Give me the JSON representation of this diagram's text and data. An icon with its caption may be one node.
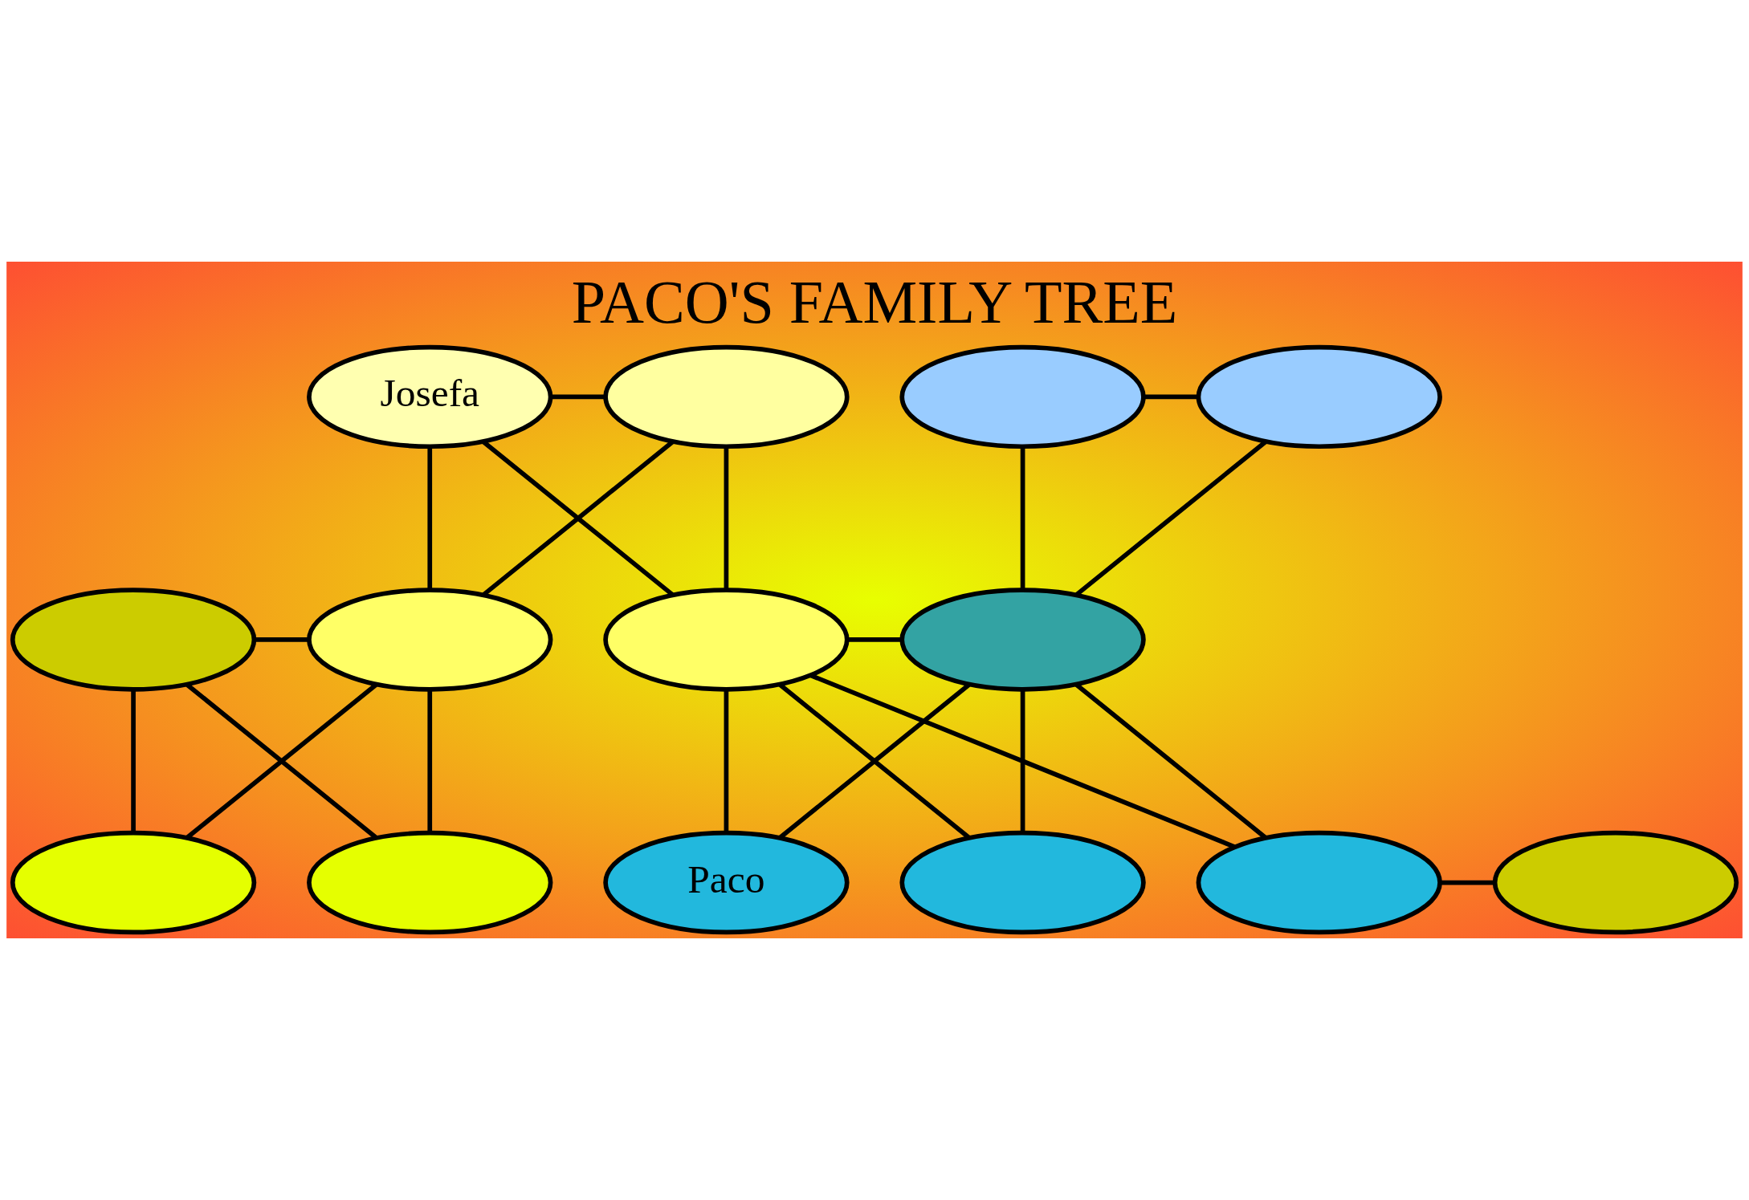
{
  "diagram": {
    "title": "PACO'S FAMILY TREE",
    "nodes": [
      {
        "text": [
          "Josefa"
        ]
      },
      {
        "text": [],
        "shape": "ellipse"
      },
      {
        "text": [],
        "shape": "ellipse"
      },
      {
        "text": [],
        "shape": "ellipse"
      },
      {
        "text": [],
        "shape": "ellipse"
      },
      {
        "text": [],
        "shape": "ellipse"
      },
      {
        "text": [],
        "shape": "ellipse"
      },
      {
        "text": [],
        "shape": "ellipse"
      },
      {
        "text": [],
        "shape": "ellipse"
      },
      {
        "text": [],
        "shape": "ellipse"
      },
      {
        "text": [
          "Paco"
        ]
      },
      {
        "text": [],
        "shape": "ellipse"
      },
      {
        "text": [],
        "shape": "ellipse"
      },
      {
        "text": [],
        "shape": "ellipse"
      }
    ],
    "edges": [
      {
        "from": 0,
        "to": 1,
        "arrow": "none"
      },
      {
        "from": 0,
        "to": 5,
        "arrow": "none"
      },
      {
        "from": 0,
        "to": 6,
        "arrow": "none"
      },
      {
        "from": 1,
        "to": 5,
        "arrow": "none"
      },
      {
        "from": 1,
        "to": 6,
        "arrow": "none"
      },
      {
        "from": 2,
        "to": 3,
        "arrow": "none"
      },
      {
        "from": 2,
        "to": 7,
        "arrow": "none"
      },
      {
        "from": 3,
        "to": 7,
        "arrow": "none"
      },
      {
        "from": 4,
        "to": 5,
        "arrow": "none"
      },
      {
        "from": 4,
        "to": 8,
        "arrow": "none"
      },
      {
        "from": 4,
        "to": 9,
        "arrow": "none"
      },
      {
        "from": 5,
        "to": 8,
        "arrow": "none"
      },
      {
        "from": 5,
        "to": 9,
        "arrow": "none"
      },
      {
        "from": 6,
        "to": 7,
        "arrow": "none"
      },
      {
        "from": 6,
        "to": 10,
        "arrow": "none"
      },
      {
        "from": 6,
        "to": 11,
        "arrow": "none"
      },
      {
        "from": 6,
        "to": 12,
        "arrow": "none"
      },
      {
        "from": 7,
        "to": 10,
        "arrow": "none"
      },
      {
        "from": 7,
        "to": 11,
        "arrow": "none"
      },
      {
        "from": 7,
        "to": 12,
        "arrow": "none"
      },
      {
        "from": 12,
        "to": 13,
        "arrow": "none"
      }
    ]
  }
}
